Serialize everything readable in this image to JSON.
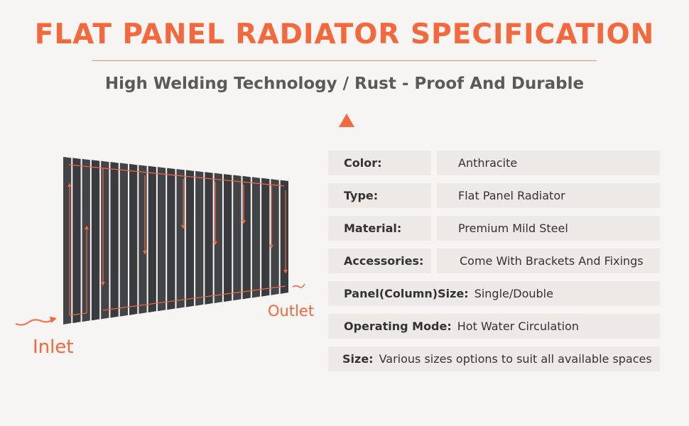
{
  "title": "FLAT PANEL RADIATOR SPECIFICATION",
  "subtitle": "High Welding Technology / Rust - Proof And Durable",
  "radiator": {
    "inlet": "Inlet",
    "outlet": "Outlet",
    "columns": 24
  },
  "specs": [
    {
      "label": "Color:",
      "value": "Anthracite"
    },
    {
      "label": "Type:",
      "value": "Flat Panel Radiator"
    },
    {
      "label": "Material:",
      "value": "Premium Mild Steel"
    },
    {
      "label": "Accessories:",
      "value": "Come With Brackets And Fixings"
    },
    {
      "label": "Panel(Column)Size:",
      "value": "Single/Double"
    },
    {
      "label": "Operating Mode:",
      "value": "Hot Water Circulation"
    },
    {
      "label": "Size:",
      "value": "Various sizes options to suit all available spaces"
    }
  ],
  "colors": {
    "accent": "#f4683c",
    "radiator": "#3d3e41",
    "box": "#ece9e6"
  }
}
